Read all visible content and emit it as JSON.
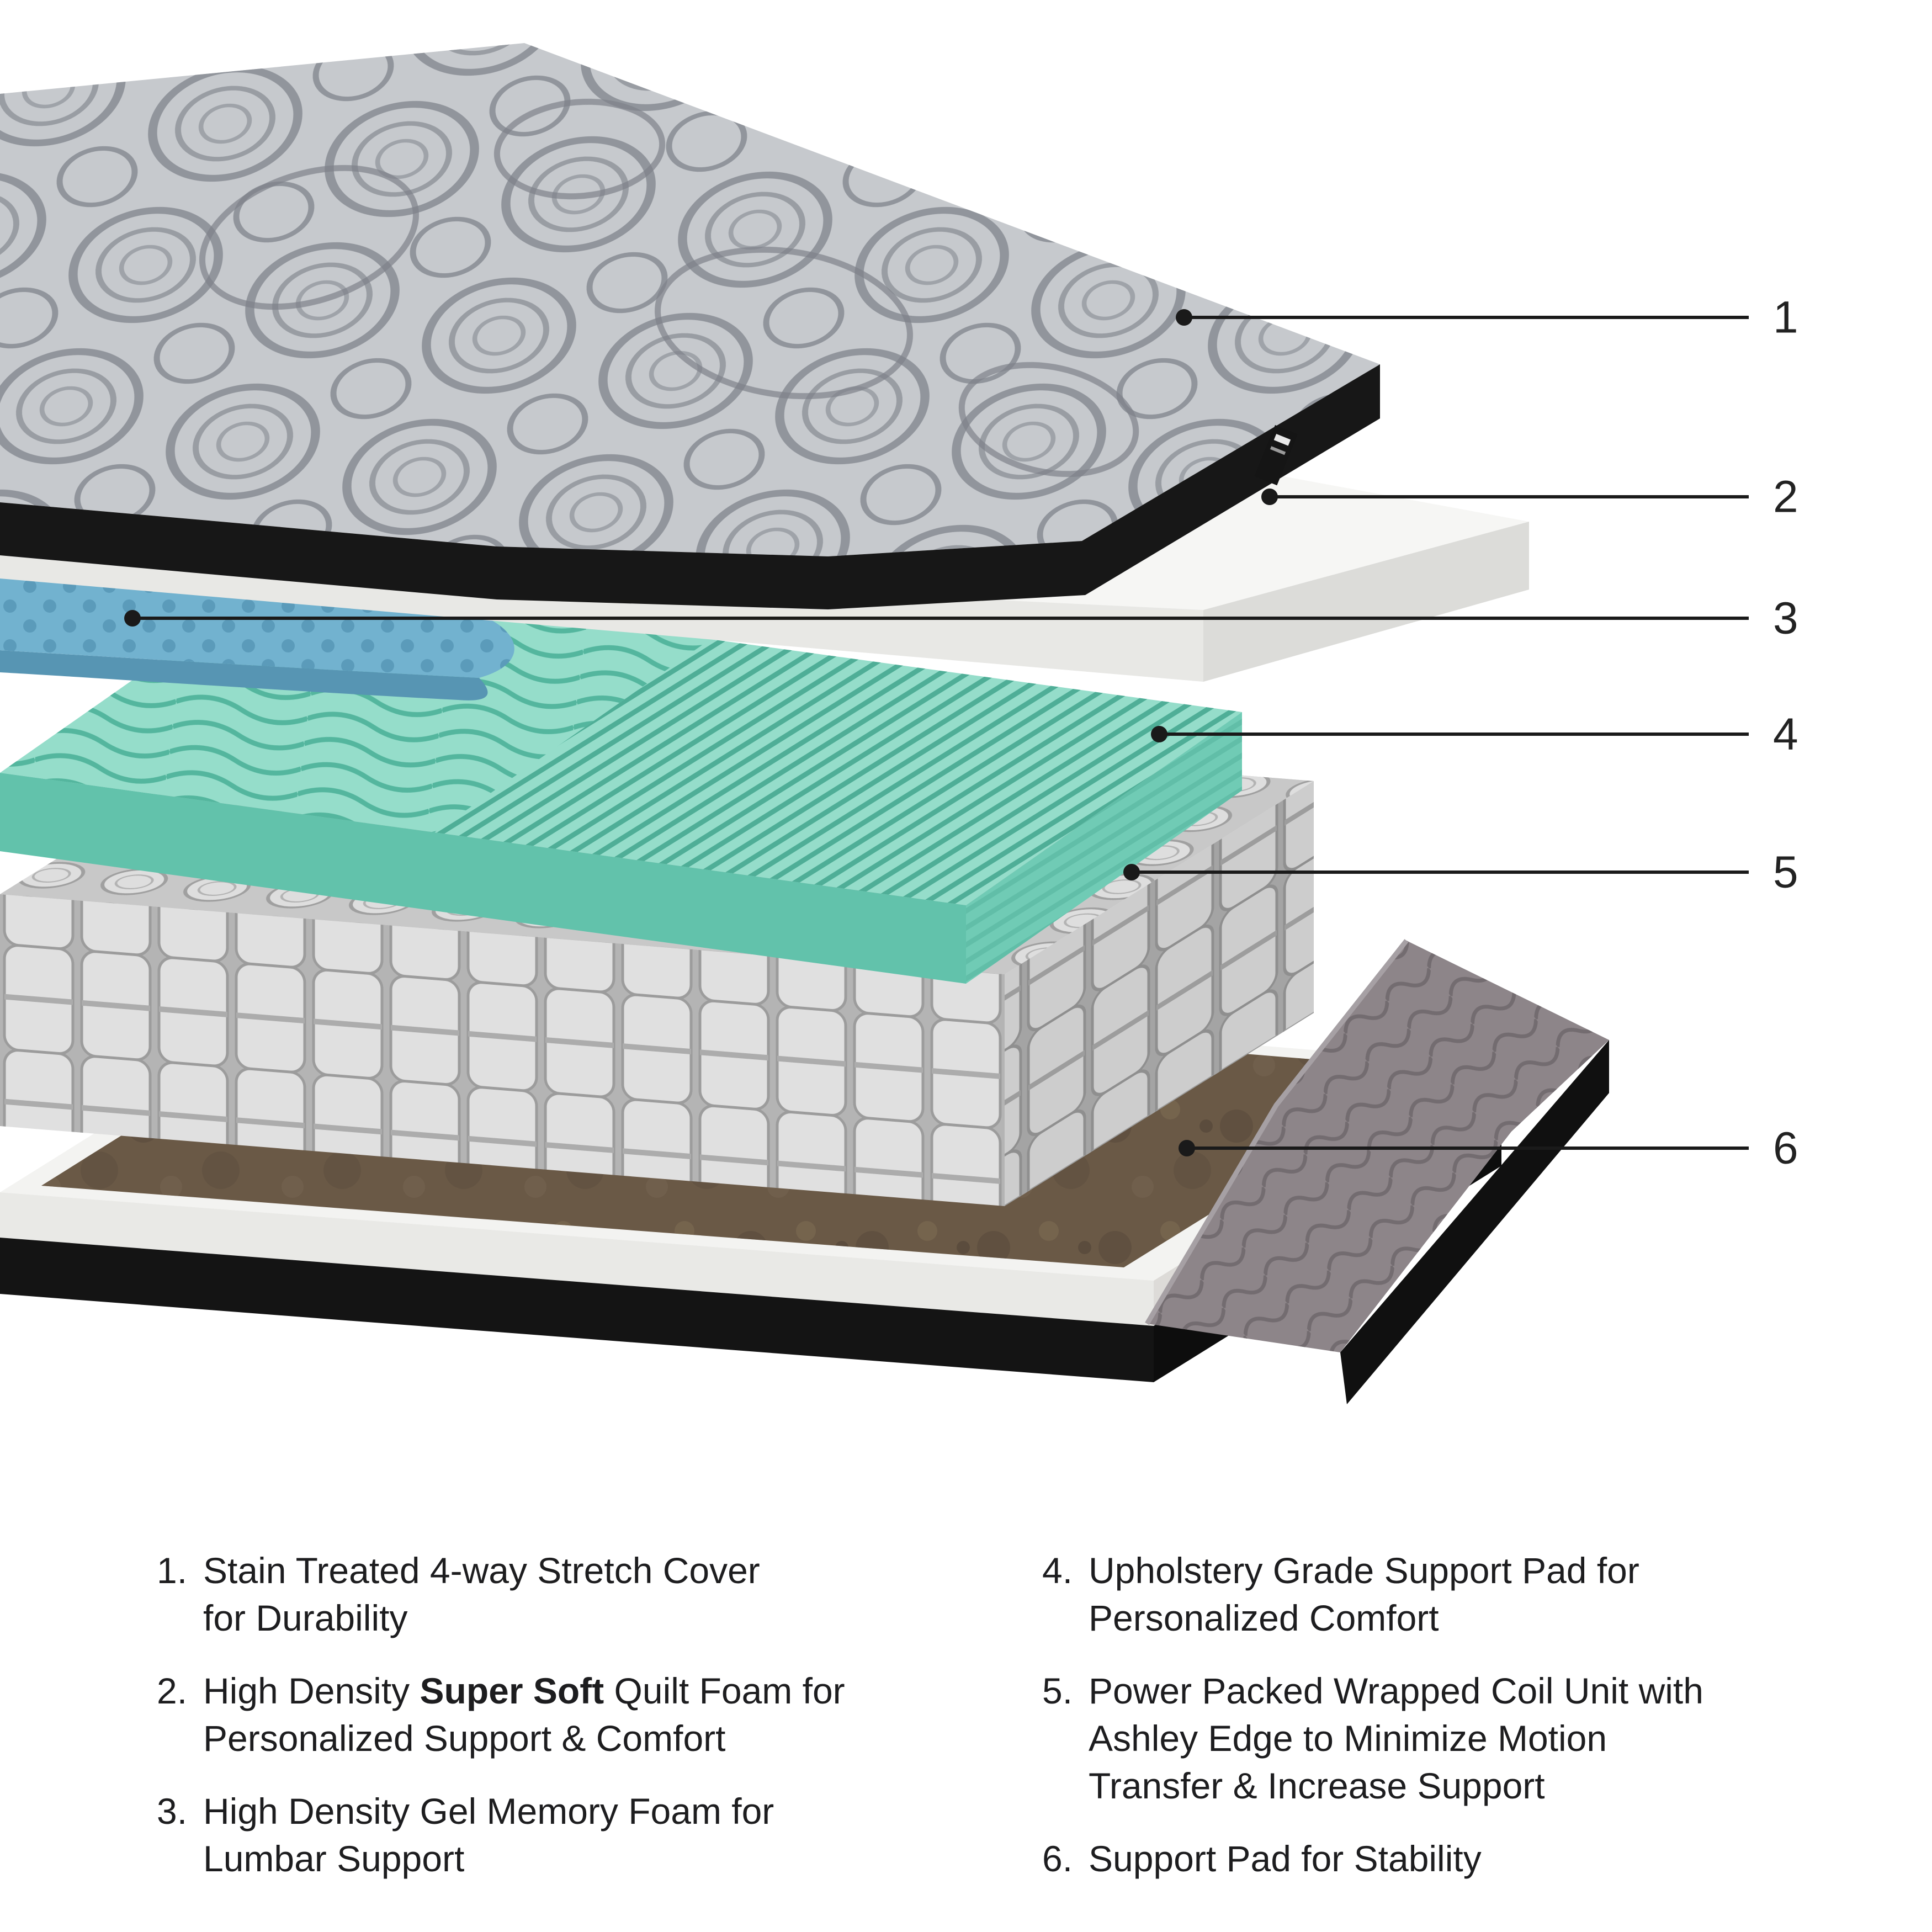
{
  "background": "#ffffff",
  "callouts": [
    {
      "label": "1",
      "target": "stretch-cover"
    },
    {
      "label": "2",
      "target": "quilt-foam"
    },
    {
      "label": "3",
      "target": "gel-memory-foam"
    },
    {
      "label": "4",
      "target": "upholstery-support-pad"
    },
    {
      "label": "5",
      "target": "wrapped-coil-unit"
    },
    {
      "label": "6",
      "target": "base-support-pad"
    }
  ],
  "layers": {
    "cover": {
      "name": "Stain Treated 4-way Stretch Cover",
      "top": "#c6c9cd",
      "pattern": "#85898f",
      "band": "#171717"
    },
    "quilt_foam": {
      "name": "High Density Super Soft Quilt Foam",
      "top": "#f6f6f4",
      "front": "#e8e8e5",
      "side": "#dcdcd9"
    },
    "gel": {
      "name": "High Density Gel Memory Foam",
      "top": "#72b2cf",
      "edge": "#5795b3",
      "dot": "#3f7fa0"
    },
    "green_pad": {
      "name": "Upholstery Grade Support Pad",
      "top": "#95ddca",
      "front": "#62c2ab",
      "side": "#70cbb5",
      "texture": "#4fae97"
    },
    "coils": {
      "name": "Power Packed Wrapped Coil Unit",
      "top": "#cfcfcf",
      "front": "#bfbfbf",
      "side": "#b2b2b2",
      "line": "#9d9d9d"
    },
    "base": {
      "name": "Support Pad for Stability",
      "pad": "#6a5946",
      "foam": "#f3f3f1",
      "band": "#141414",
      "border": "#8d8589",
      "stitch": "#6e676b"
    }
  },
  "legend": {
    "items": [
      {
        "id": 1,
        "number": "1.",
        "column": "left",
        "lines": [
          [
            {
              "text": "Stain Treated 4-way Stretch Cover"
            }
          ],
          [
            {
              "text": "for Durability"
            }
          ]
        ]
      },
      {
        "id": 2,
        "number": "2.",
        "column": "left",
        "lines": [
          [
            {
              "text": "High Density "
            },
            {
              "text": "Super Soft",
              "bold": true
            },
            {
              "text": " Quilt Foam for"
            }
          ],
          [
            {
              "text": "Personalized Support & Comfort"
            }
          ]
        ]
      },
      {
        "id": 3,
        "number": "3.",
        "column": "left",
        "lines": [
          [
            {
              "text": "High Density Gel Memory Foam for"
            }
          ],
          [
            {
              "text": "Lumbar Support"
            }
          ]
        ]
      },
      {
        "id": 4,
        "number": "4.",
        "column": "right",
        "lines": [
          [
            {
              "text": "Upholstery Grade Support Pad for"
            }
          ],
          [
            {
              "text": "Personalized Comfort"
            }
          ]
        ]
      },
      {
        "id": 5,
        "number": "5.",
        "column": "right",
        "lines": [
          [
            {
              "text": "Power Packed Wrapped Coil Unit with"
            }
          ],
          [
            {
              "text": "Ashley Edge to Minimize Motion"
            }
          ],
          [
            {
              "text": "Transfer & Increase Support"
            }
          ]
        ]
      },
      {
        "id": 6,
        "number": "6.",
        "column": "right",
        "lines": [
          [
            {
              "text": "Support Pad for Stability"
            }
          ]
        ]
      }
    ]
  }
}
